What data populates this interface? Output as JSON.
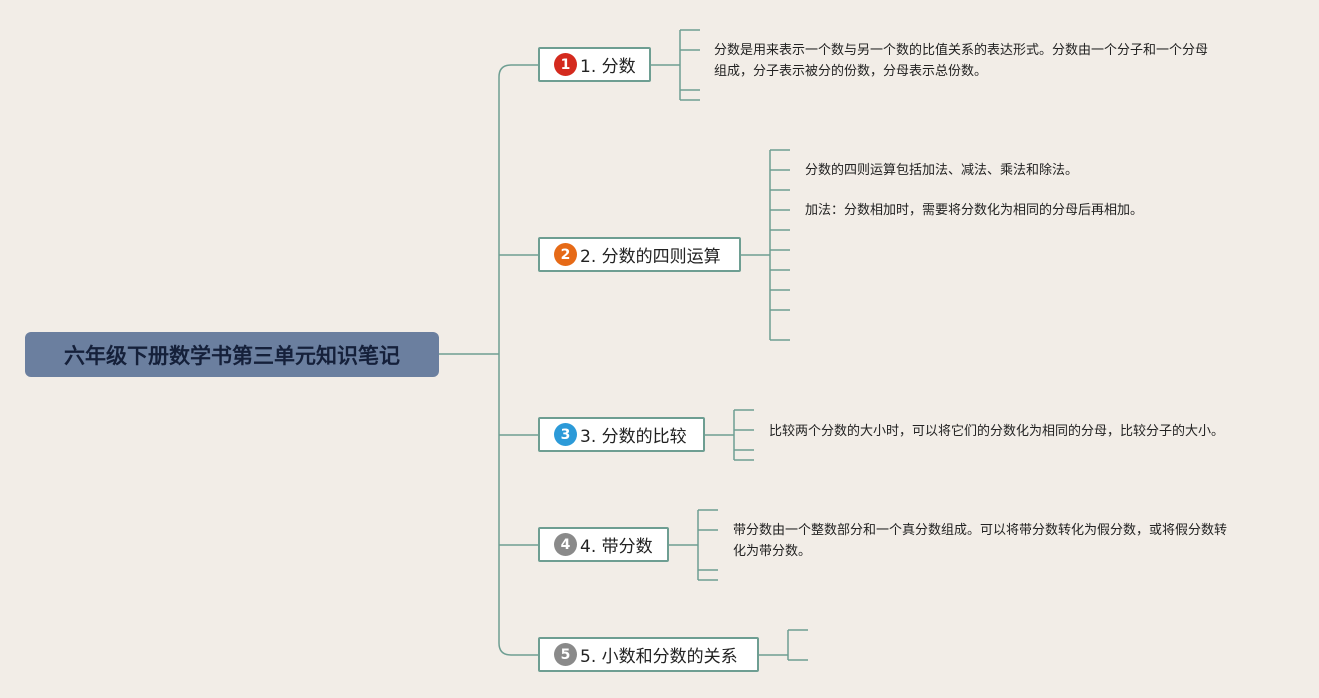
{
  "root": {
    "title": "六年级下册数学书第三单元知识笔记"
  },
  "topics": [
    {
      "number": "1",
      "label": "1. 分数",
      "badge_color": "#d42a1e",
      "notes": [
        "分数是用来表示一个数与另一个数的比值关系的表达形式。分数由一个分子和一个分母组成，分子表示被分的份数，分母表示总份数。"
      ]
    },
    {
      "number": "2",
      "label": "2. 分数的四则运算",
      "badge_color": "#e66a17",
      "notes": [
        "分数的四则运算包括加法、减法、乘法和除法。",
        "加法：分数相加时，需要将分数化为相同的分母后再相加。"
      ]
    },
    {
      "number": "3",
      "label": "3. 分数的比较",
      "badge_color": "#2c9ad8",
      "notes": [
        "比较两个分数的大小时，可以将它们的分数化为相同的分母，比较分子的大小。"
      ]
    },
    {
      "number": "4",
      "label": "4. 带分数",
      "badge_color": "#8a8a8a",
      "notes": [
        "带分数由一个整数部分和一个真分数组成。可以将带分数转化为假分数，或将假分数转化为带分数。"
      ]
    },
    {
      "number": "5",
      "label": "5. 小数和分数的关系",
      "badge_color": "#8a8a8a",
      "notes": []
    }
  ],
  "colors": {
    "connector": "#6e9e92",
    "root_bg": "#6b7f9f",
    "background": "#f2ede7"
  }
}
